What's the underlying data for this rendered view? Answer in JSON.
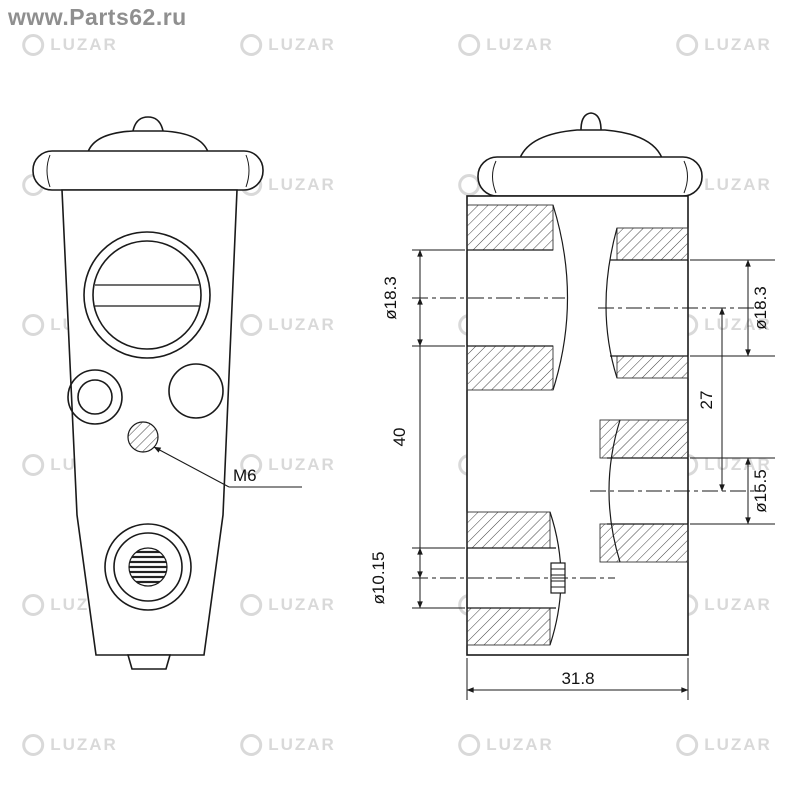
{
  "watermark": {
    "site": "www.Parts62.ru",
    "brand": "LUZAR"
  },
  "labels": {
    "dia18_left": "ø18.3",
    "dia18_right": "ø18.3",
    "dim40": "40",
    "dim27": "27",
    "dia15_5": "ø15.5",
    "dia10_15": "ø10.15",
    "dim31_8": "31.8",
    "m6": "M6"
  },
  "colors": {
    "line": "#1a1a1a",
    "watermark_gray": "#d9d9d9",
    "site_gray": "#8f8f8f"
  }
}
